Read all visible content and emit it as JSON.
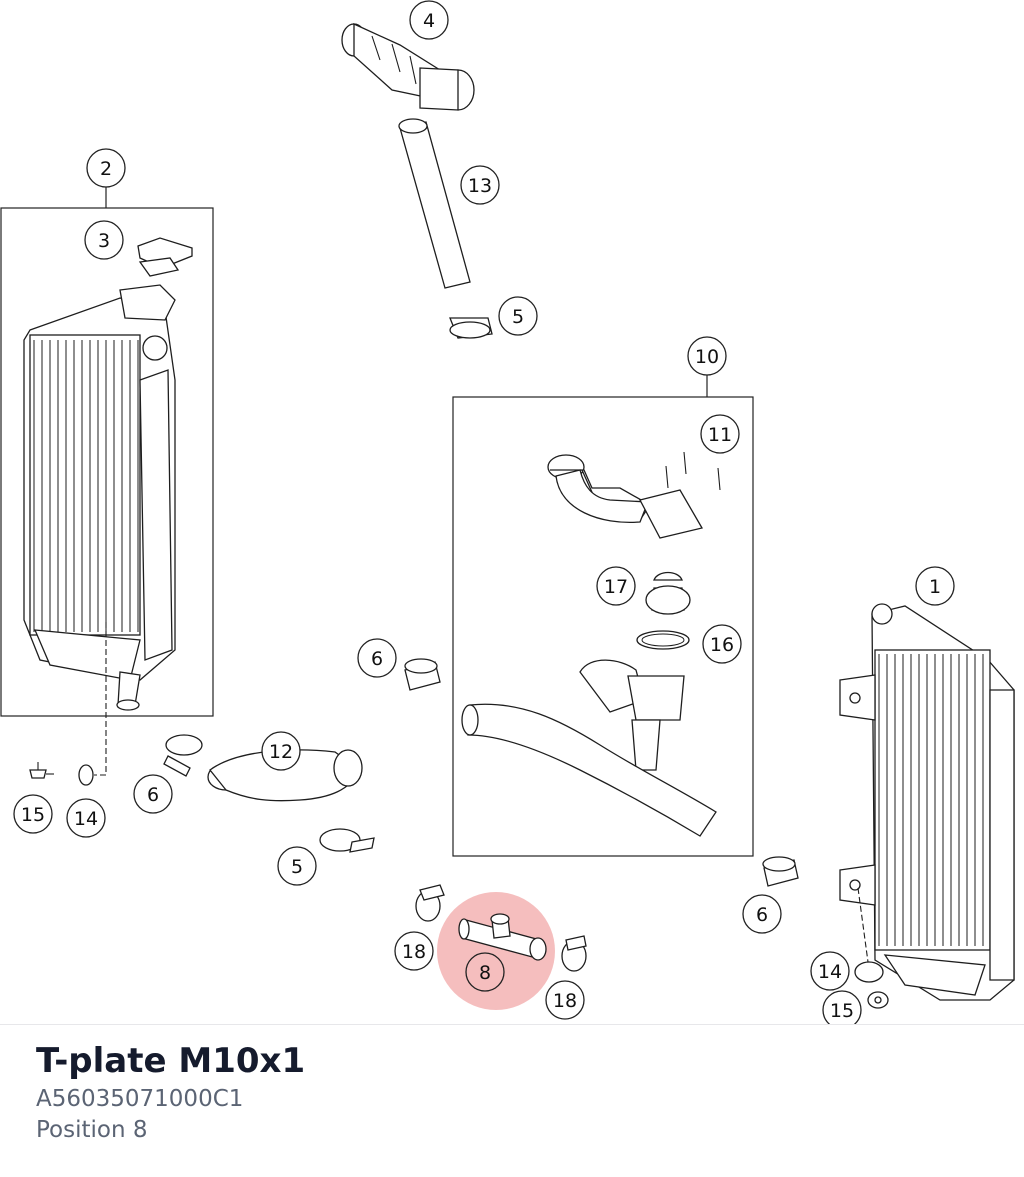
{
  "diagram": {
    "callouts": [
      "1",
      "2",
      "3",
      "4",
      "5",
      "5",
      "6",
      "6",
      "6",
      "8",
      "10",
      "11",
      "12",
      "13",
      "14",
      "14",
      "15",
      "15",
      "16",
      "17",
      "18",
      "18"
    ],
    "selected_callout": "8",
    "highlight_color": "#f1a8a8"
  },
  "detail": {
    "title": "T-plate M10x1",
    "part_number": "A56035071000C1",
    "position": "Position 8"
  }
}
